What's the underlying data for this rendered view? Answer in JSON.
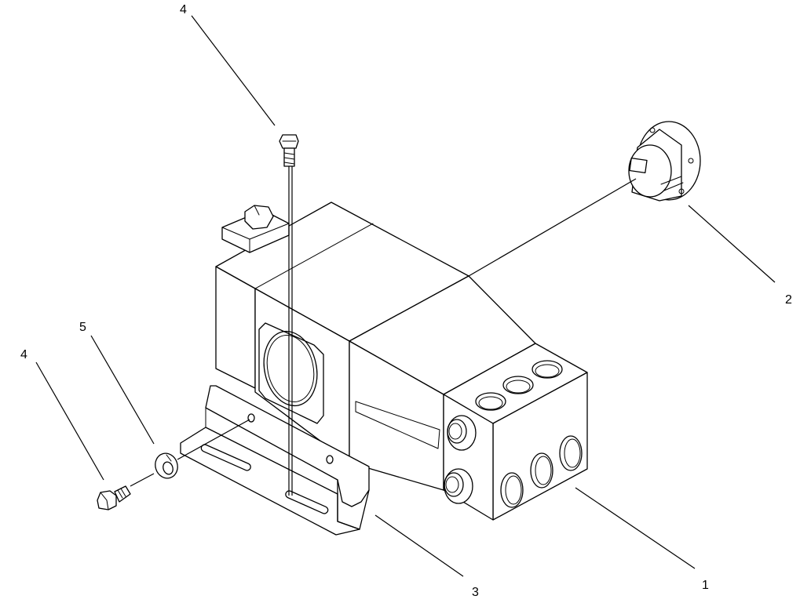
{
  "callouts": [
    {
      "id": "c1",
      "label": "1",
      "part": "pump-body"
    },
    {
      "id": "c2",
      "label": "2",
      "part": "shaft-hub"
    },
    {
      "id": "c3",
      "label": "3",
      "part": "mounting-bracket"
    },
    {
      "id": "c4a",
      "label": "4",
      "part": "top-bolt"
    },
    {
      "id": "c4b",
      "label": "4",
      "part": "side-bolt"
    },
    {
      "id": "c5",
      "label": "5",
      "part": "lock-washer"
    }
  ]
}
